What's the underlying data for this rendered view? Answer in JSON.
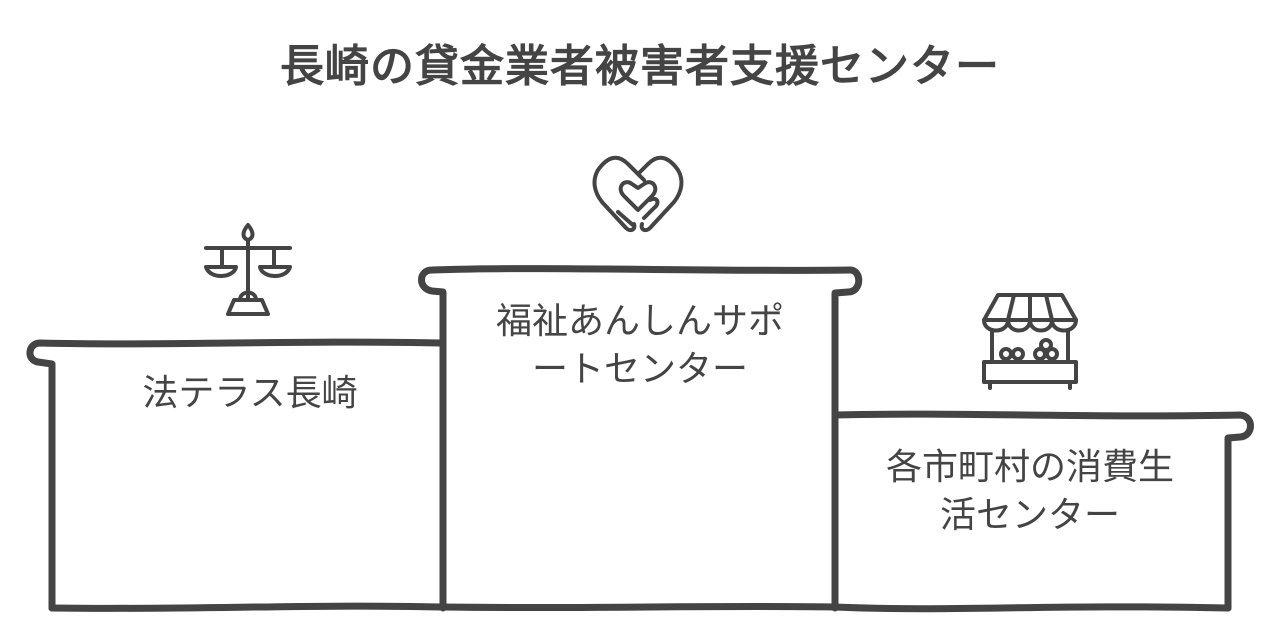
{
  "title": "長崎の貸金業者被害者支援センター",
  "colors": {
    "stroke": "#444444",
    "background": "#ffffff",
    "text": "#444444"
  },
  "podiums": [
    {
      "id": "left",
      "rank_position": "second",
      "label": "法テラス長崎",
      "icon": "scales-of-justice-icon"
    },
    {
      "id": "center",
      "rank_position": "first",
      "label_line1": "福祉あんしんサポ",
      "label_line2": "ートセンター",
      "icon": "caring-hands-heart-icon"
    },
    {
      "id": "right",
      "rank_position": "third",
      "label_line1": "各市町村の消費生",
      "label_line2": "活センター",
      "icon": "market-stall-icon"
    }
  ]
}
